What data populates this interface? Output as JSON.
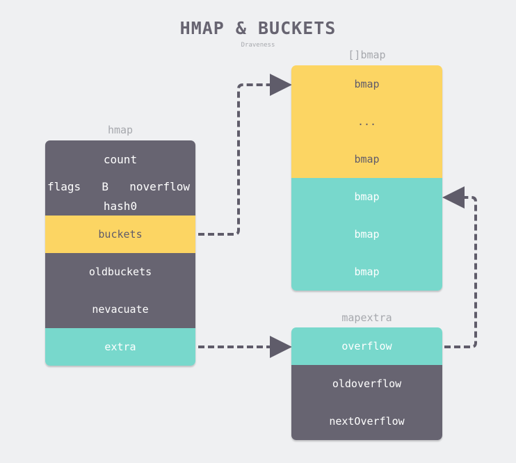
{
  "title": "HMAP & BUCKETS",
  "subtitle": "Draveness",
  "hmap": {
    "label": "hmap",
    "count": "count",
    "flags": "flags",
    "b": "B",
    "noverflow": "noverflow",
    "hash0": "hash0",
    "buckets": "buckets",
    "oldbuckets": "oldbuckets",
    "nevacuate": "nevacuate",
    "extra": "extra"
  },
  "bmap_array": {
    "label": "[]bmap",
    "rows": [
      "bmap",
      "...",
      "bmap",
      "bmap",
      "bmap",
      "bmap"
    ]
  },
  "mapextra": {
    "label": "mapextra",
    "overflow": "overflow",
    "oldoverflow": "oldoverflow",
    "nextOverflow": "nextOverflow"
  },
  "colors": {
    "background": "#eff0f2",
    "dark": "#676471",
    "yellow": "#fcd563",
    "teal": "#78d8cc",
    "arrow": "#5f5c6a"
  }
}
